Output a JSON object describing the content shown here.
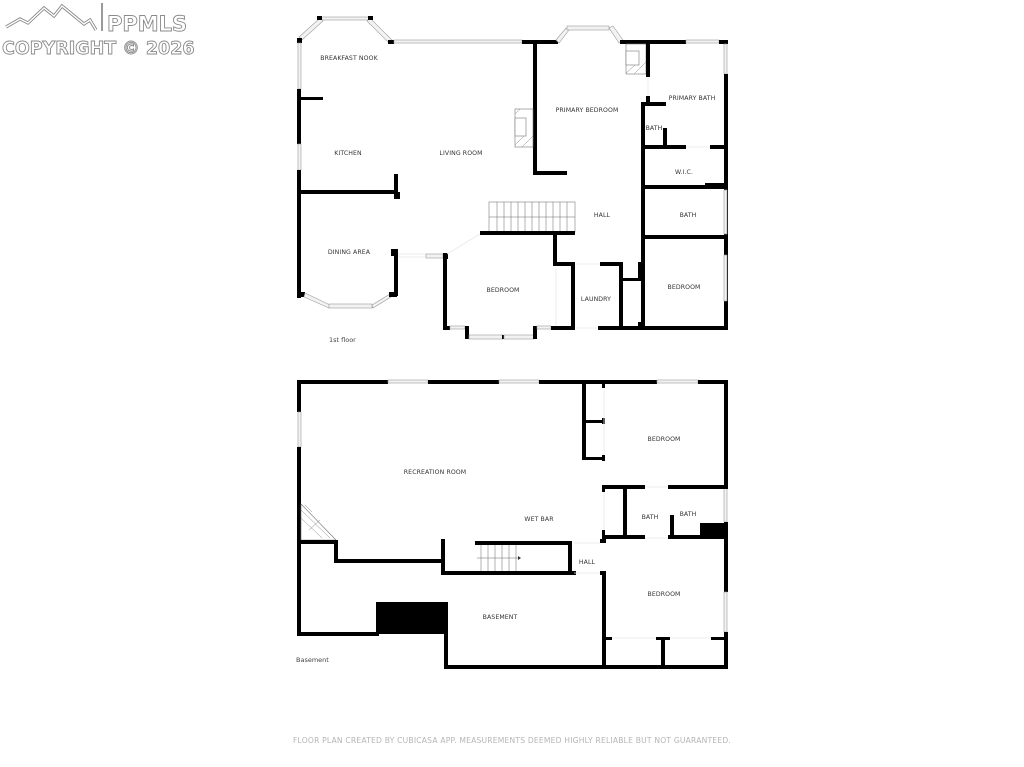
{
  "watermark": {
    "brand": "PPMLS",
    "copyright": "COPYRIGHT © 2026",
    "icon": "mountain-logo-icon"
  },
  "floors": [
    {
      "label": "1st floor",
      "rooms": [
        {
          "name": "BREAKFAST NOOK"
        },
        {
          "name": "KITCHEN"
        },
        {
          "name": "LIVING ROOM"
        },
        {
          "name": "DINING AREA"
        },
        {
          "name": "PRIMARY BEDROOM"
        },
        {
          "name": "PRIMARY BATH"
        },
        {
          "name": "BATH"
        },
        {
          "name": "W.I.C."
        },
        {
          "name": "HALL"
        },
        {
          "name": "BATH"
        },
        {
          "name": "BEDROOM"
        },
        {
          "name": "LAUNDRY"
        },
        {
          "name": "BEDROOM"
        }
      ]
    },
    {
      "label": "Basement",
      "rooms": [
        {
          "name": "RECREATION ROOM"
        },
        {
          "name": "BEDROOM"
        },
        {
          "name": "WET BAR"
        },
        {
          "name": "BATH"
        },
        {
          "name": "BATH"
        },
        {
          "name": "HALL"
        },
        {
          "name": "BEDROOM"
        },
        {
          "name": "BASEMENT"
        }
      ]
    }
  ],
  "footer": "FLOOR PLAN CREATED BY CUBICASA APP. MEASUREMENTS DEEMED HIGHLY RELIABLE BUT NOT GUARANTEED.",
  "colors": {
    "wall": "#000000",
    "window": "#f2f2f2",
    "label": "#333333",
    "footer": "#b5b5b5",
    "watermark_outline": "#8a8a8a"
  }
}
